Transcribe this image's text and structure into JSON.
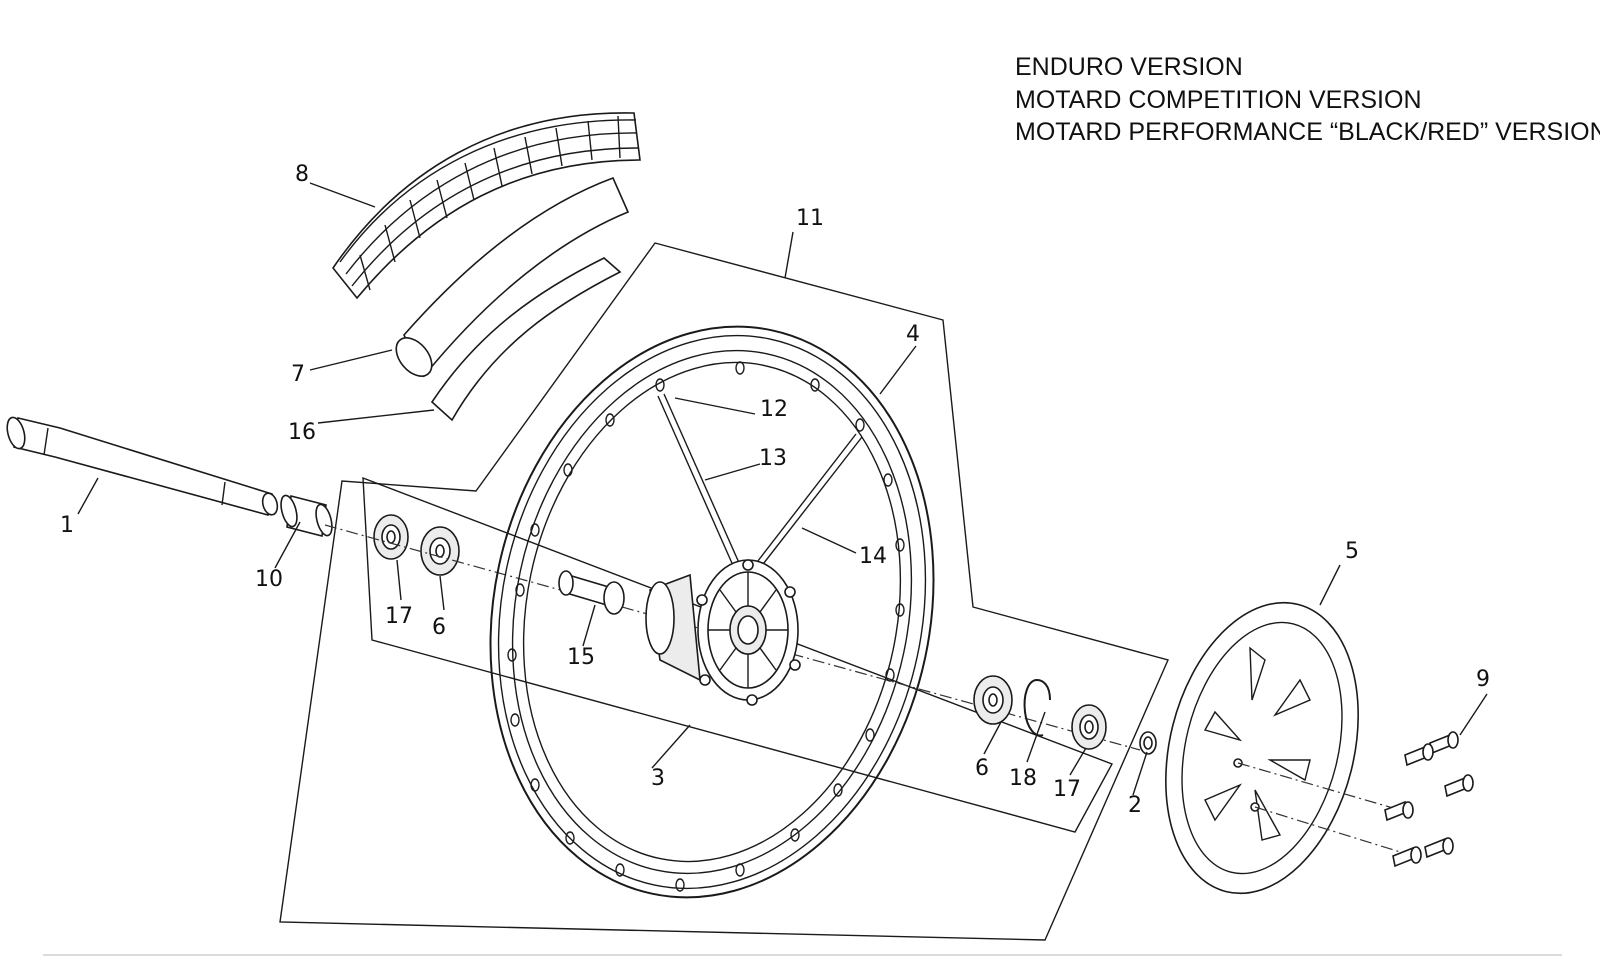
{
  "versions": [
    "ENDURO VERSION",
    "MOTARD COMPETITION VERSION",
    "MOTARD PERFORMANCE “BLACK/RED”  VERSION"
  ],
  "callouts": [
    {
      "id": "c1",
      "label": "1"
    },
    {
      "id": "c2",
      "label": "2"
    },
    {
      "id": "c3",
      "label": "3"
    },
    {
      "id": "c4",
      "label": "4"
    },
    {
      "id": "c5",
      "label": "5"
    },
    {
      "id": "c6a",
      "label": "6"
    },
    {
      "id": "c6b",
      "label": "6"
    },
    {
      "id": "c7",
      "label": "7"
    },
    {
      "id": "c8",
      "label": "8"
    },
    {
      "id": "c9",
      "label": "9"
    },
    {
      "id": "c10",
      "label": "10"
    },
    {
      "id": "c11",
      "label": "11"
    },
    {
      "id": "c12",
      "label": "12"
    },
    {
      "id": "c13",
      "label": "13"
    },
    {
      "id": "c14",
      "label": "14"
    },
    {
      "id": "c15",
      "label": "15"
    },
    {
      "id": "c16",
      "label": "16"
    },
    {
      "id": "c17a",
      "label": "17"
    },
    {
      "id": "c17b",
      "label": "17"
    },
    {
      "id": "c18",
      "label": "18"
    }
  ],
  "colors": {
    "line": "#1a1a1a",
    "background": "#ffffff"
  }
}
